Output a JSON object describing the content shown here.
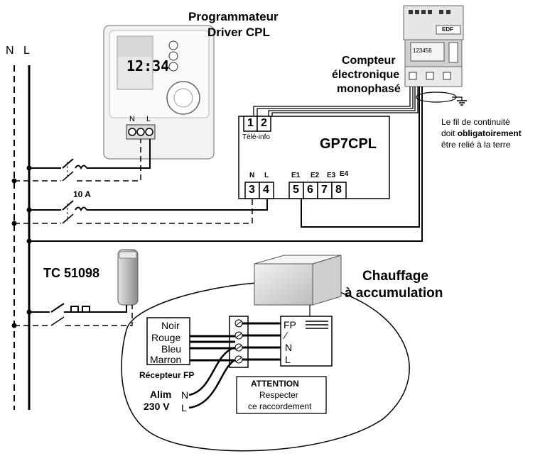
{
  "bus": {
    "n_label": "N",
    "l_label": "L"
  },
  "programmer": {
    "title_line1": "Programmateur",
    "title_line2": "Driver CPL",
    "display_time": "12:34",
    "terminal_n": "N",
    "terminal_l": "L"
  },
  "meter": {
    "title_line1": "Compteur",
    "title_line2": "électronique",
    "title_line3": "monophasé",
    "brand": "EDF",
    "reading": "123456"
  },
  "gp7": {
    "name": "GP7CPL",
    "teleinfo_label": "Télé-info",
    "terminals": [
      "1",
      "2",
      "3",
      "4",
      "5",
      "6",
      "7",
      "8"
    ],
    "label_n": "N",
    "label_l": "L",
    "label_e1": "E1",
    "label_e2": "E2",
    "label_e3": "E3",
    "label_e4": "E4"
  },
  "breaker_rating": "10 A",
  "earth_note": {
    "line1": "Le fil de continuité",
    "line2_pre": "doit ",
    "line2_bold": "obligatoirement",
    "line3": "être relié à la terre"
  },
  "contactor": {
    "name": "TC 51098"
  },
  "heater": {
    "title_line1": "Chauffage",
    "title_line2": "à accumulation",
    "terminals": [
      "FP",
      "⁄",
      "N",
      "L"
    ]
  },
  "receiver": {
    "wires": [
      "Noir",
      "Rouge",
      "Bleu",
      "Marron"
    ],
    "label": "Récepteur FP",
    "alim_line1": "Alim",
    "alim_line2": "230 V",
    "alim_n": "N",
    "alim_l": "L"
  },
  "warning": {
    "title": "ATTENTION",
    "line1": "Respecter",
    "line2": "ce raccordement"
  }
}
